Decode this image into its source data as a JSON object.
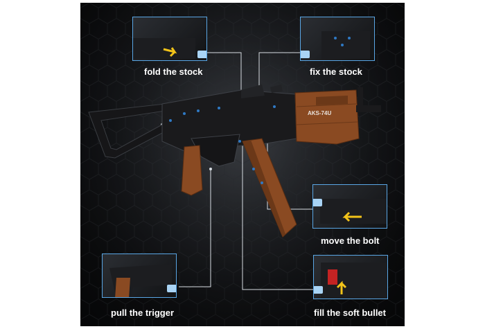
{
  "image": {
    "subject": "toy brick rifle",
    "callouts": [
      {
        "label": "fold the stock",
        "icon": "arrow-icon"
      },
      {
        "label": "fix the stock",
        "icon": "none"
      },
      {
        "label": "move the bolt",
        "icon": "arrow-icon"
      },
      {
        "label": "pull the trigger",
        "icon": "none"
      },
      {
        "label": "fill the soft bullet",
        "icon": "arrow-icon"
      }
    ],
    "receiver_marking": "AKS-74U",
    "colors": {
      "background": "#1e2024",
      "panel_border": "#5aa7e6",
      "connector": "#d8dde3",
      "wood": "#8a4a22",
      "body": "#1a1a1c",
      "arrow": "#f2c319"
    }
  }
}
